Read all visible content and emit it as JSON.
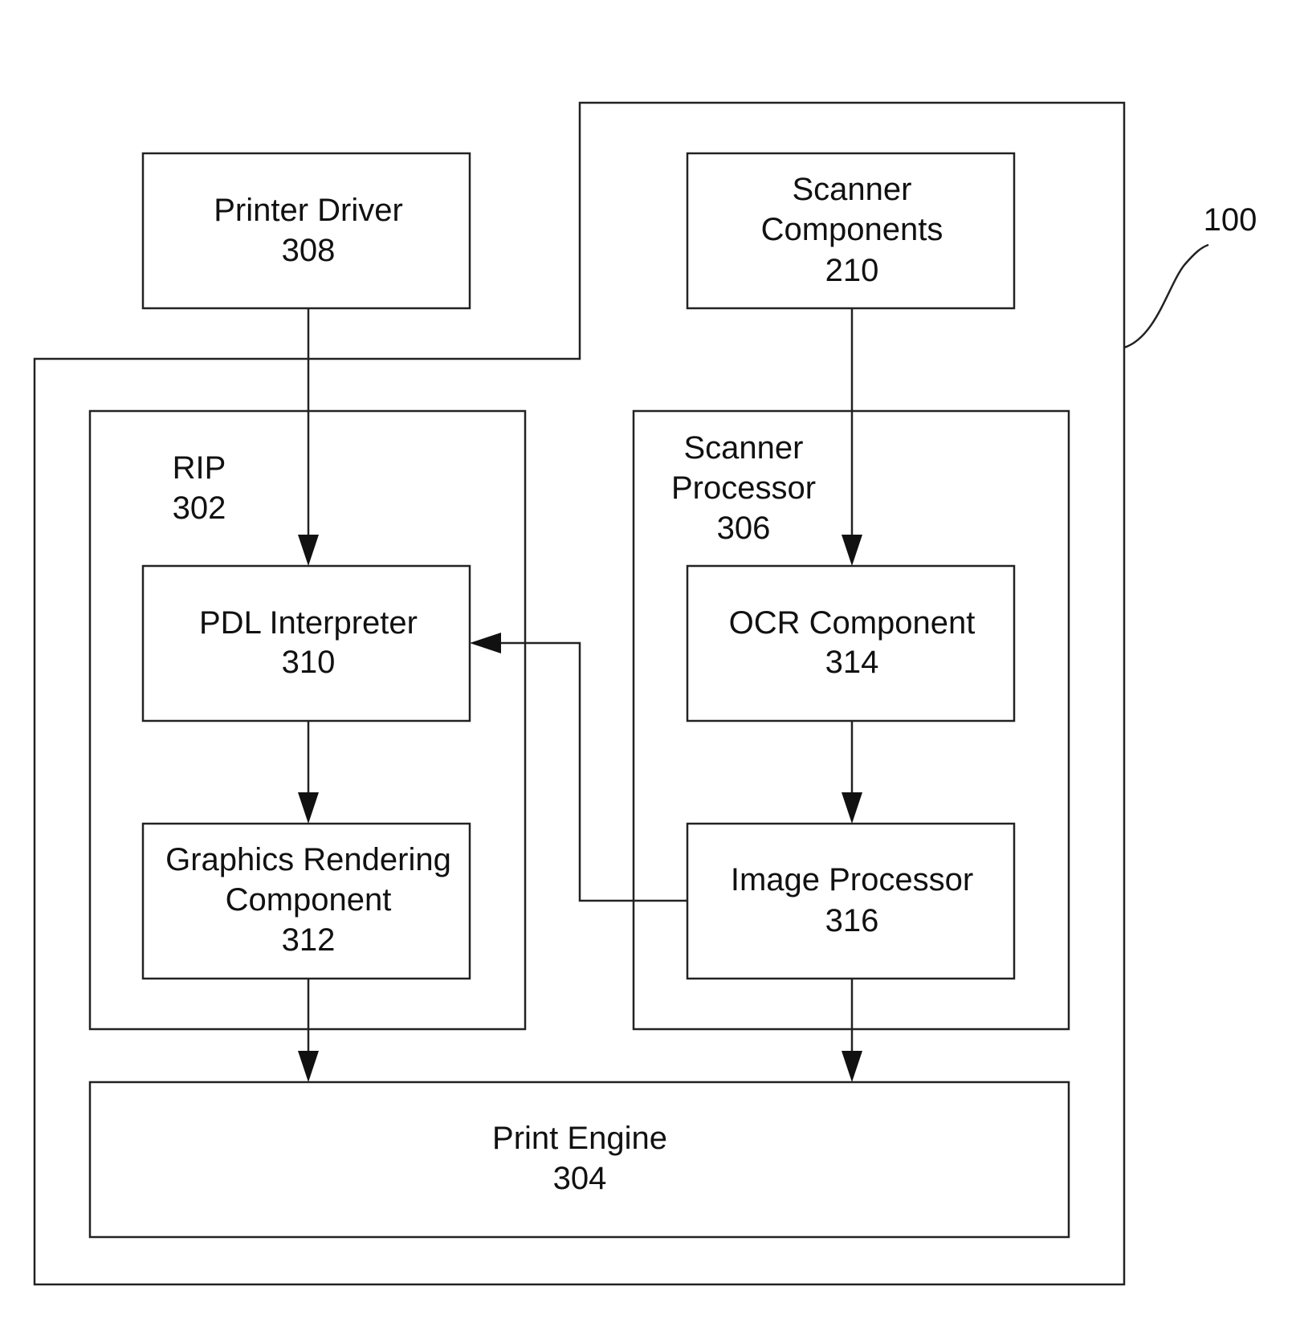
{
  "figure_ref": "100",
  "nodes": {
    "printer_driver": {
      "name": "Printer Driver",
      "ref": "308"
    },
    "scanner_components": {
      "name_line1": "Scanner",
      "name_line2": "Components",
      "ref": "210"
    },
    "rip": {
      "name": "RIP",
      "ref": "302"
    },
    "scanner_processor": {
      "name_line1": "Scanner",
      "name_line2": "Processor",
      "ref": "306"
    },
    "pdl_interpreter": {
      "name": "PDL Interpreter",
      "ref": "310"
    },
    "ocr_component": {
      "name": "OCR Component",
      "ref": "314"
    },
    "graphics_rendering": {
      "name_line1": "Graphics Rendering",
      "name_line2": "Component",
      "ref": "312"
    },
    "image_processor": {
      "name": "Image Processor",
      "ref": "316"
    },
    "print_engine": {
      "name": "Print Engine",
      "ref": "304"
    }
  },
  "edges": [
    {
      "from": "Printer Driver",
      "to": "PDL Interpreter"
    },
    {
      "from": "PDL Interpreter",
      "to": "Graphics Rendering Component"
    },
    {
      "from": "Graphics Rendering Component",
      "to": "Print Engine"
    },
    {
      "from": "Scanner Components",
      "to": "OCR Component"
    },
    {
      "from": "OCR Component",
      "to": "Image Processor"
    },
    {
      "from": "Image Processor",
      "to": "Print Engine"
    },
    {
      "from": "Image Processor",
      "to": "PDL Interpreter"
    }
  ]
}
